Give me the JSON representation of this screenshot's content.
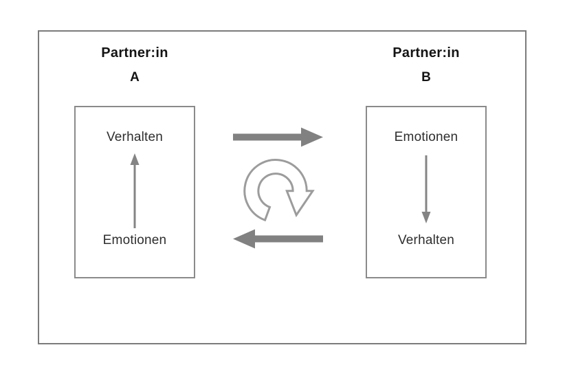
{
  "diagram": {
    "partner_a": {
      "title_line1": "Partner:in",
      "title_line2": "A",
      "box": {
        "top_label": "Verhalten",
        "bottom_label": "Emotionen"
      }
    },
    "partner_b": {
      "title_line1": "Partner:in",
      "title_line2": "B",
      "box": {
        "top_label": "Emotionen",
        "bottom_label": "Verhalten"
      }
    },
    "icons": {
      "between_top": "right-arrow",
      "between_center": "clockwise-cycle-arrow",
      "between_bottom": "left-arrow",
      "inside_box_a": "up-arrow",
      "inside_box_b": "down-arrow"
    },
    "colors": {
      "frame_border": "#7b7b7b",
      "box_border": "#8a8a8a",
      "solid_arrow": "#818181",
      "thin_arrow": "#848484",
      "cycle_stroke": "#9c9c9c",
      "title_text": "#141414",
      "label_text": "#2e2e2e",
      "background": "#ffffff"
    }
  }
}
